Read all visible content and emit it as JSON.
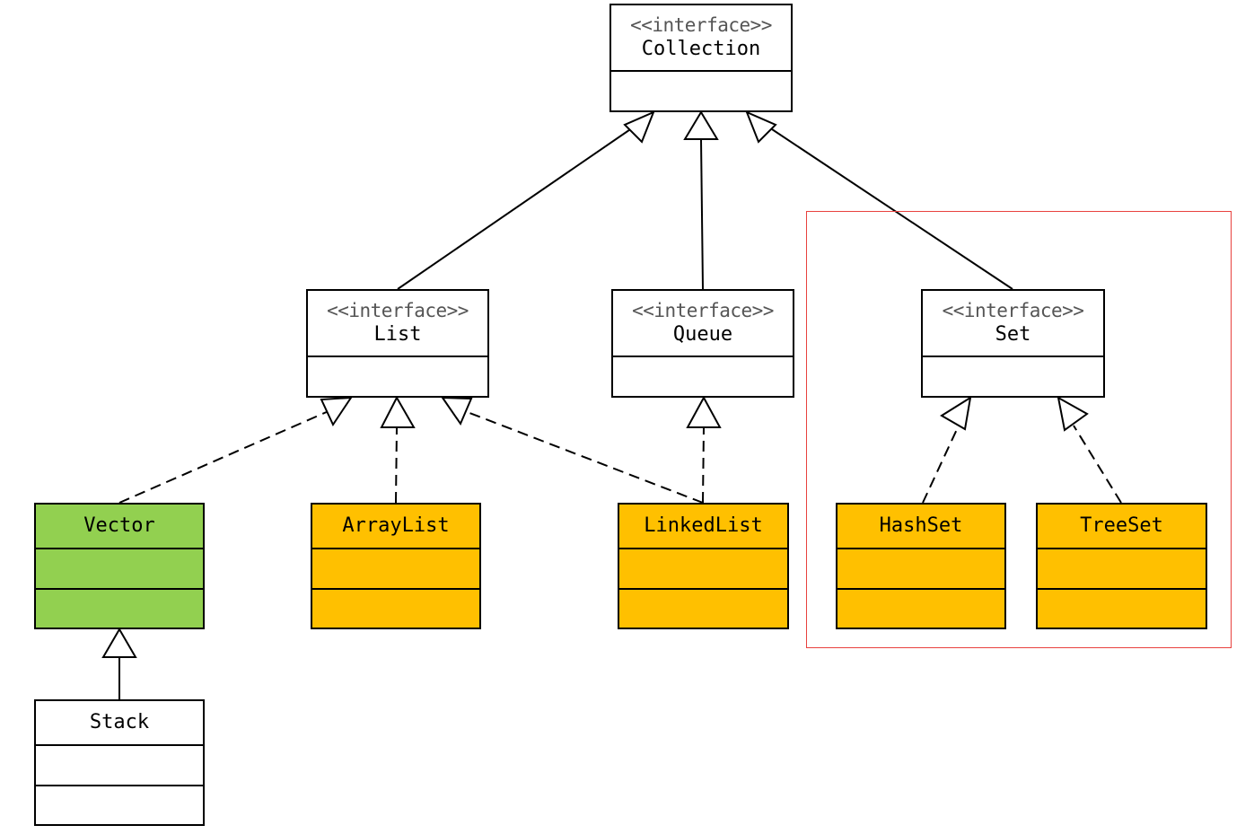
{
  "diagram": {
    "classes": {
      "collection": {
        "stereotype": "<<interface>>",
        "name": "Collection"
      },
      "list": {
        "stereotype": "<<interface>>",
        "name": "List"
      },
      "queue": {
        "stereotype": "<<interface>>",
        "name": "Queue"
      },
      "set": {
        "stereotype": "<<interface>>",
        "name": "Set"
      },
      "vector": {
        "name": "Vector"
      },
      "arraylist": {
        "name": "ArrayList"
      },
      "linkedlist": {
        "name": "LinkedList"
      },
      "hashset": {
        "name": "HashSet"
      },
      "treeset": {
        "name": "TreeSet"
      },
      "stack": {
        "name": "Stack"
      }
    },
    "colors": {
      "interface_fill": "#ffffff",
      "vector_fill": "#92d050",
      "impl_fill": "#ffc000",
      "stack_fill": "#ffffff",
      "highlight_border": "#e8413e"
    },
    "relations": [
      {
        "from": "list",
        "to": "collection",
        "kind": "generalization"
      },
      {
        "from": "queue",
        "to": "collection",
        "kind": "generalization"
      },
      {
        "from": "set",
        "to": "collection",
        "kind": "generalization"
      },
      {
        "from": "vector",
        "to": "list",
        "kind": "realization"
      },
      {
        "from": "arraylist",
        "to": "list",
        "kind": "realization"
      },
      {
        "from": "linkedlist",
        "to": "list",
        "kind": "realization"
      },
      {
        "from": "linkedlist",
        "to": "queue",
        "kind": "realization"
      },
      {
        "from": "hashset",
        "to": "set",
        "kind": "realization"
      },
      {
        "from": "treeset",
        "to": "set",
        "kind": "realization"
      },
      {
        "from": "stack",
        "to": "vector",
        "kind": "generalization"
      }
    ]
  }
}
